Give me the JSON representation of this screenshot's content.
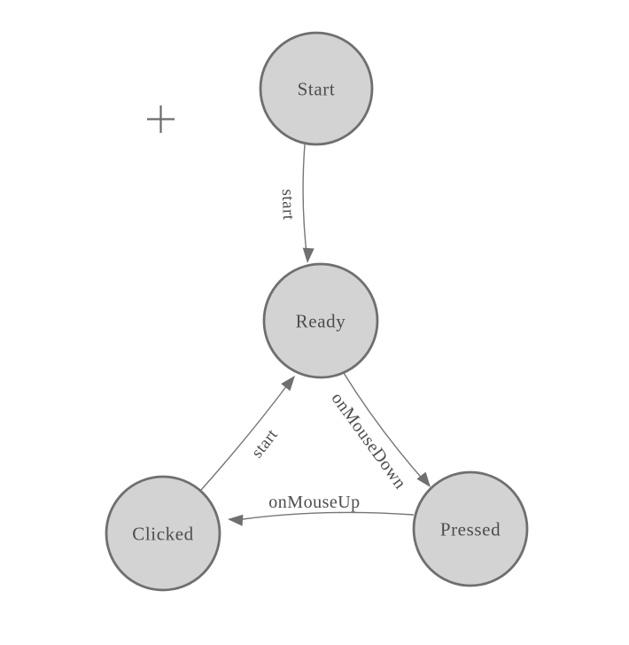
{
  "canvas": {
    "background_color": "#ffffff",
    "node_fill_color": "#d3d3d3",
    "node_border_color": "#6f6f6f",
    "edge_color": "#767676",
    "text_color": "#4d4d4d"
  },
  "nodes": [
    {
      "id": "start",
      "label": "Start"
    },
    {
      "id": "ready",
      "label": "Ready"
    },
    {
      "id": "clicked",
      "label": "Clicked"
    },
    {
      "id": "pressed",
      "label": "Pressed"
    }
  ],
  "edges": [
    {
      "from": "Start",
      "to": "Ready",
      "label": "start"
    },
    {
      "from": "Ready",
      "to": "Pressed",
      "label": "onMouseDown"
    },
    {
      "from": "Clicked",
      "to": "Ready",
      "label": "start"
    },
    {
      "from": "Pressed",
      "to": "Clicked",
      "label": "onMouseUp"
    }
  ],
  "cursor": {
    "type": "crosshair"
  }
}
